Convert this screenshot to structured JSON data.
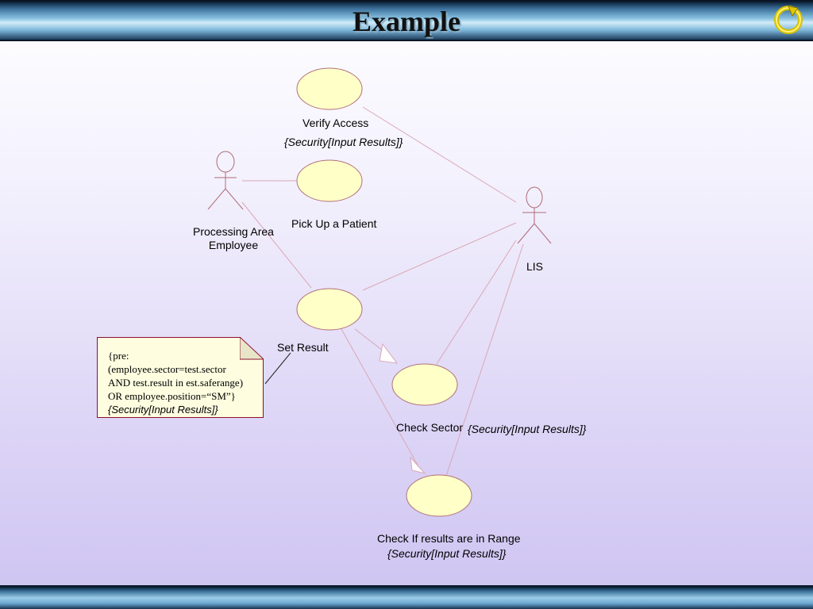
{
  "slide": {
    "title": "Example"
  },
  "actors": {
    "processing": {
      "line1": "Processing Area",
      "line2": "Employee"
    },
    "lis": {
      "label": "LIS"
    }
  },
  "usecases": {
    "verify": {
      "label": "Verify Access",
      "tag": "{Security[Input Results]}"
    },
    "pickup": {
      "label": "Pick Up a Patient"
    },
    "setresult": {
      "label": "Set Result"
    },
    "checksector": {
      "label": "Check Sector",
      "tag": "{Security[Input Results]}"
    },
    "checkrange": {
      "label": "Check If results are in Range",
      "tag": "{Security[Input Results]}"
    }
  },
  "note": {
    "line1": "{pre:",
    "line2": "(employee.sector=test.sector",
    "line3": "AND test.result in est.saferange)",
    "line4": "OR employee.position=“SM”}",
    "line5": "{Security[Input Results]}"
  },
  "colors": {
    "usecase_fill": "#ffffc8",
    "usecase_stroke": "#b0707a",
    "association": "#d9a8b6",
    "actor": "#b06a78",
    "note_border": "#8b0f2c"
  },
  "icons": {
    "return": "return-arrow-icon"
  }
}
